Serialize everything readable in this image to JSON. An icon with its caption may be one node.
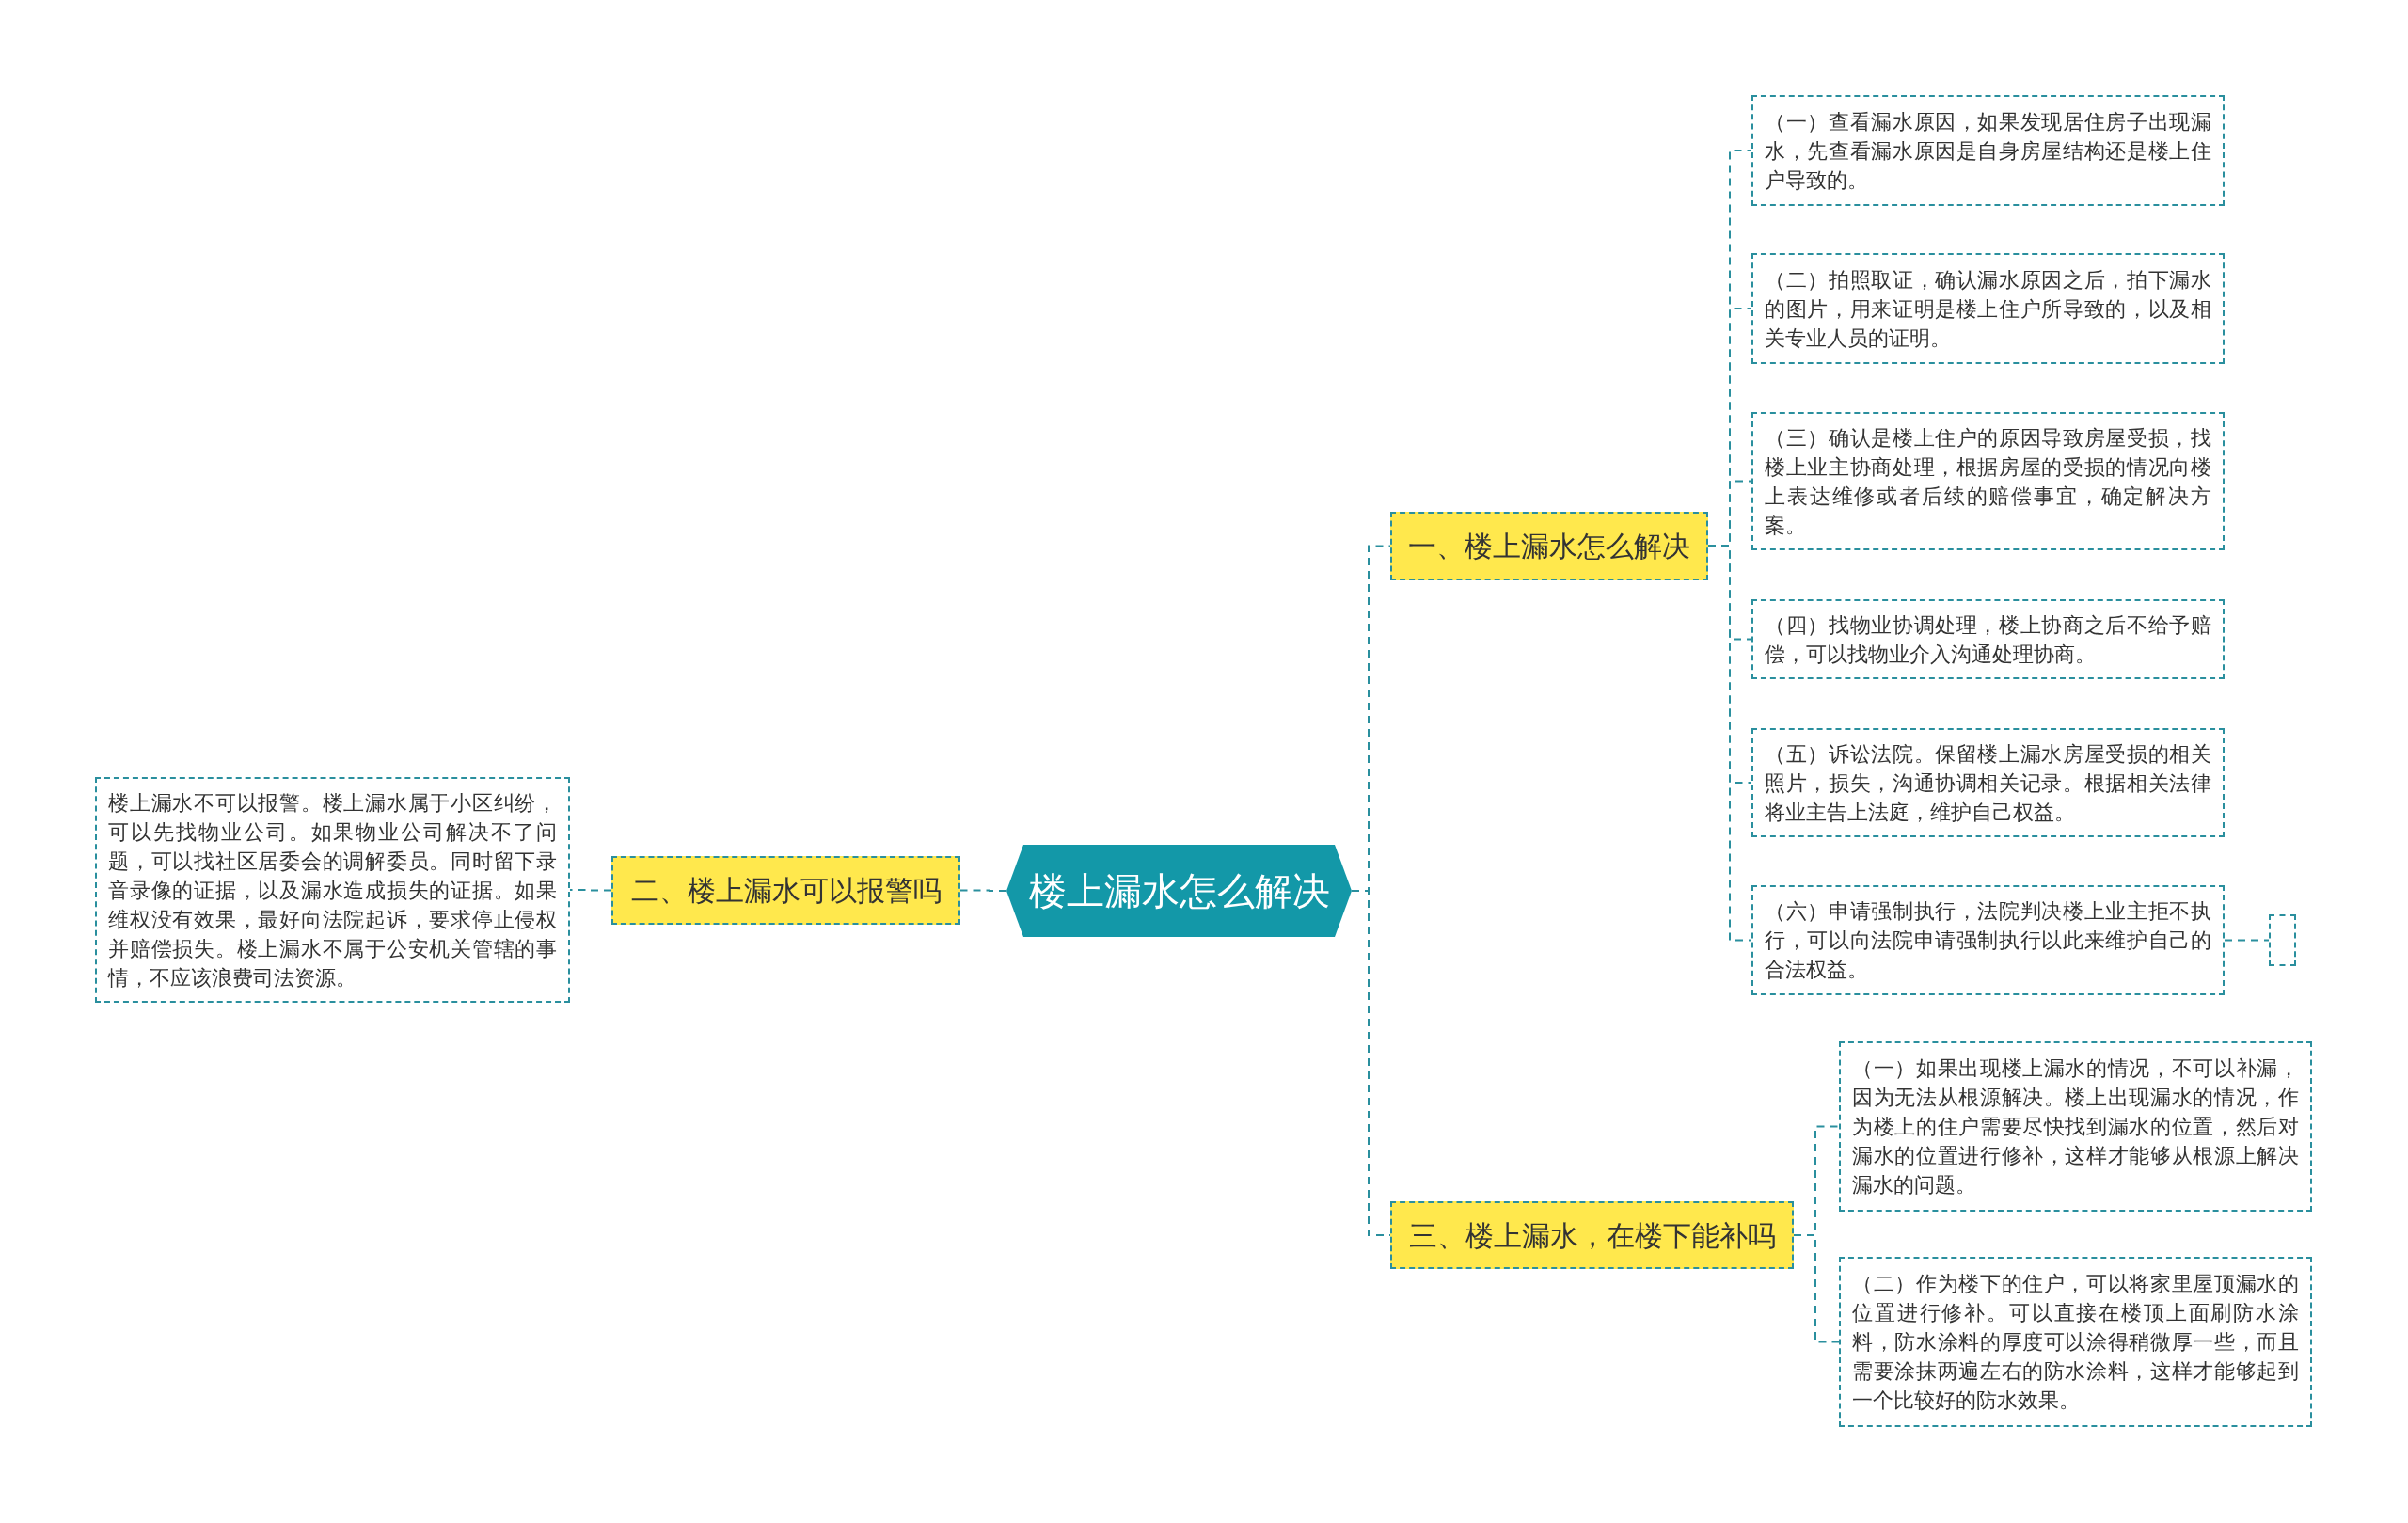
{
  "diagram": {
    "nodes": [
      {
        "text": [
          "楼上漏水怎么解决"
        ]
      },
      {
        "text": [
          "一、楼上漏水怎么解决"
        ]
      },
      {
        "text": [
          "（一）查看漏水原因，如果发现居住房子出现漏水，先查看漏水原因是自身房屋结构还是楼上住户导致的。"
        ]
      },
      {
        "text": [
          "（二）拍照取证，确认漏水原因之后，拍下漏水的图片，用来证明是楼上住户所导致的，以及相关专业人员的证明。"
        ]
      },
      {
        "text": [
          "（三）确认是楼上住户的原因导致房屋受损，找楼上业主协商处理，根据房屋的受损的情况向楼上表达维修或者后续的赔偿事宜，确定解决方案。"
        ]
      },
      {
        "text": [
          "（四）找物业协调处理，楼上协商之后不给予赔偿，可以找物业介入沟通处理协商。"
        ]
      },
      {
        "text": [
          "（五）诉讼法院。保留楼上漏水房屋受损的相关照片，损失，沟通协调相关记录。根据相关法律将业主告上法庭，维护自己权益。"
        ]
      },
      {
        "text": [
          "（六）申请强制执行，法院判决楼上业主拒不执行，可以向法院申请强制执行以此来维护自己的合法权益。"
        ]
      },
      {
        "text": [],
        "shape": "box"
      },
      {
        "text": [
          "二、楼上漏水可以报警吗"
        ]
      },
      {
        "text": [
          "楼上漏水不可以报警。楼上漏水属于小区纠纷，可以先找物业公司。如果物业公司解决不了问题，可以找社区居委会的调解委员。同时留下录音录像的证据，以及漏水造成损失的证据。如果维权没有效果，最好向法院起诉，要求停止侵权并赔偿损失。楼上漏水不属于公安机关管辖的事情，不应该浪费司法资源。"
        ]
      },
      {
        "text": [
          "三、楼上漏水，在楼下能补吗"
        ]
      },
      {
        "text": [
          "（一）如果出现楼上漏水的情况，不可以补漏，因为无法从根源解决。楼上出现漏水的情况，作为楼上的住户需要尽快找到漏水的位置，然后对漏水的位置进行修补，这样才能够从根源上解决漏水的问题。"
        ]
      },
      {
        "text": [
          "（二）作为楼下的住户，可以将家里屋顶漏水的位置进行修补。可以直接在楼顶上面刷防水涂料，防水涂料的厚度可以涂得稍微厚一些，而且需要涂抹两遍左右的防水涂料，这样才能够起到一个比较好的防水效果。"
        ]
      }
    ],
    "edges": [
      {
        "from": 0,
        "to": 1,
        "arrow": "none",
        "style": "dashed"
      },
      {
        "from": 1,
        "to": 2,
        "arrow": "none",
        "style": "dashed"
      },
      {
        "from": 1,
        "to": 3,
        "arrow": "none",
        "style": "dashed"
      },
      {
        "from": 1,
        "to": 4,
        "arrow": "none",
        "style": "dashed"
      },
      {
        "from": 1,
        "to": 5,
        "arrow": "none",
        "style": "dashed"
      },
      {
        "from": 1,
        "to": 6,
        "arrow": "none",
        "style": "dashed"
      },
      {
        "from": 1,
        "to": 7,
        "arrow": "none",
        "style": "dashed"
      },
      {
        "from": 7,
        "to": 8,
        "arrow": "none",
        "style": "dashed"
      },
      {
        "from": 0,
        "to": 9,
        "arrow": "none",
        "style": "dashed"
      },
      {
        "from": 9,
        "to": 10,
        "arrow": "none",
        "style": "dashed"
      },
      {
        "from": 0,
        "to": 11,
        "arrow": "none",
        "style": "dashed"
      },
      {
        "from": 11,
        "to": 12,
        "arrow": "none",
        "style": "dashed"
      },
      {
        "from": 11,
        "to": 13,
        "arrow": "none",
        "style": "dashed"
      }
    ]
  }
}
